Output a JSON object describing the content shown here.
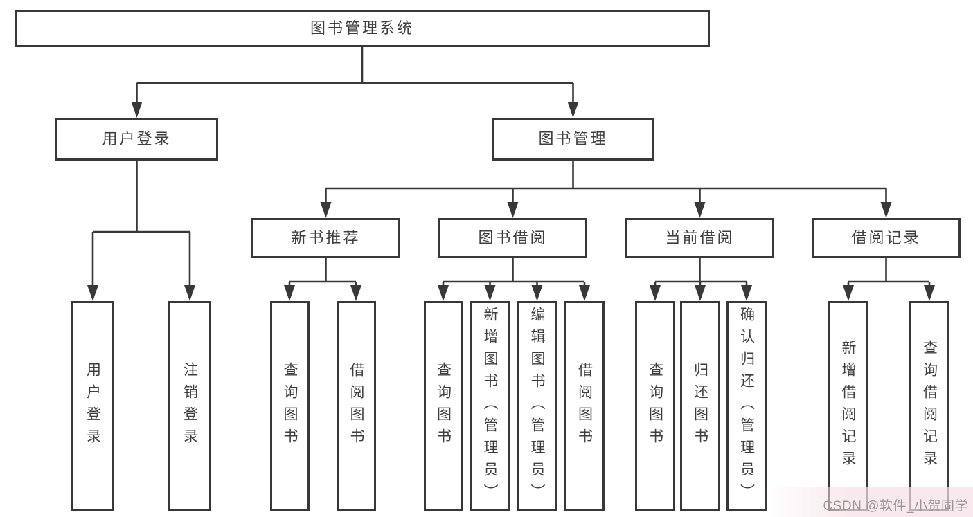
{
  "tree": {
    "root": {
      "label": "图书管理系统"
    },
    "branches": [
      {
        "label": "用户登录",
        "children": [
          {
            "label": "用户登录"
          },
          {
            "label": "注销登录"
          }
        ]
      },
      {
        "label": "图书管理",
        "children": [
          {
            "label": "新书推荐",
            "children": [
              {
                "label": "查询图书"
              },
              {
                "label": "借阅图书"
              }
            ]
          },
          {
            "label": "图书借阅",
            "children": [
              {
                "label": "查询图书"
              },
              {
                "label": "新增图书（管理员）"
              },
              {
                "label": "编辑图书（管理员）"
              },
              {
                "label": "借阅图书"
              }
            ]
          },
          {
            "label": "当前借阅",
            "children": [
              {
                "label": "查询图书"
              },
              {
                "label": "归还图书"
              },
              {
                "label": "确认归还（管理员）"
              }
            ]
          },
          {
            "label": "借阅记录",
            "children": [
              {
                "label": "新增借阅记录"
              },
              {
                "label": "查询借阅记录"
              }
            ]
          }
        ]
      }
    ]
  },
  "watermark": "CSDN @软件_小贺同学",
  "colors": {
    "line": "#383838",
    "text": "#3f3f3f",
    "watermark": "#9b9598",
    "background": "#ffffff"
  }
}
